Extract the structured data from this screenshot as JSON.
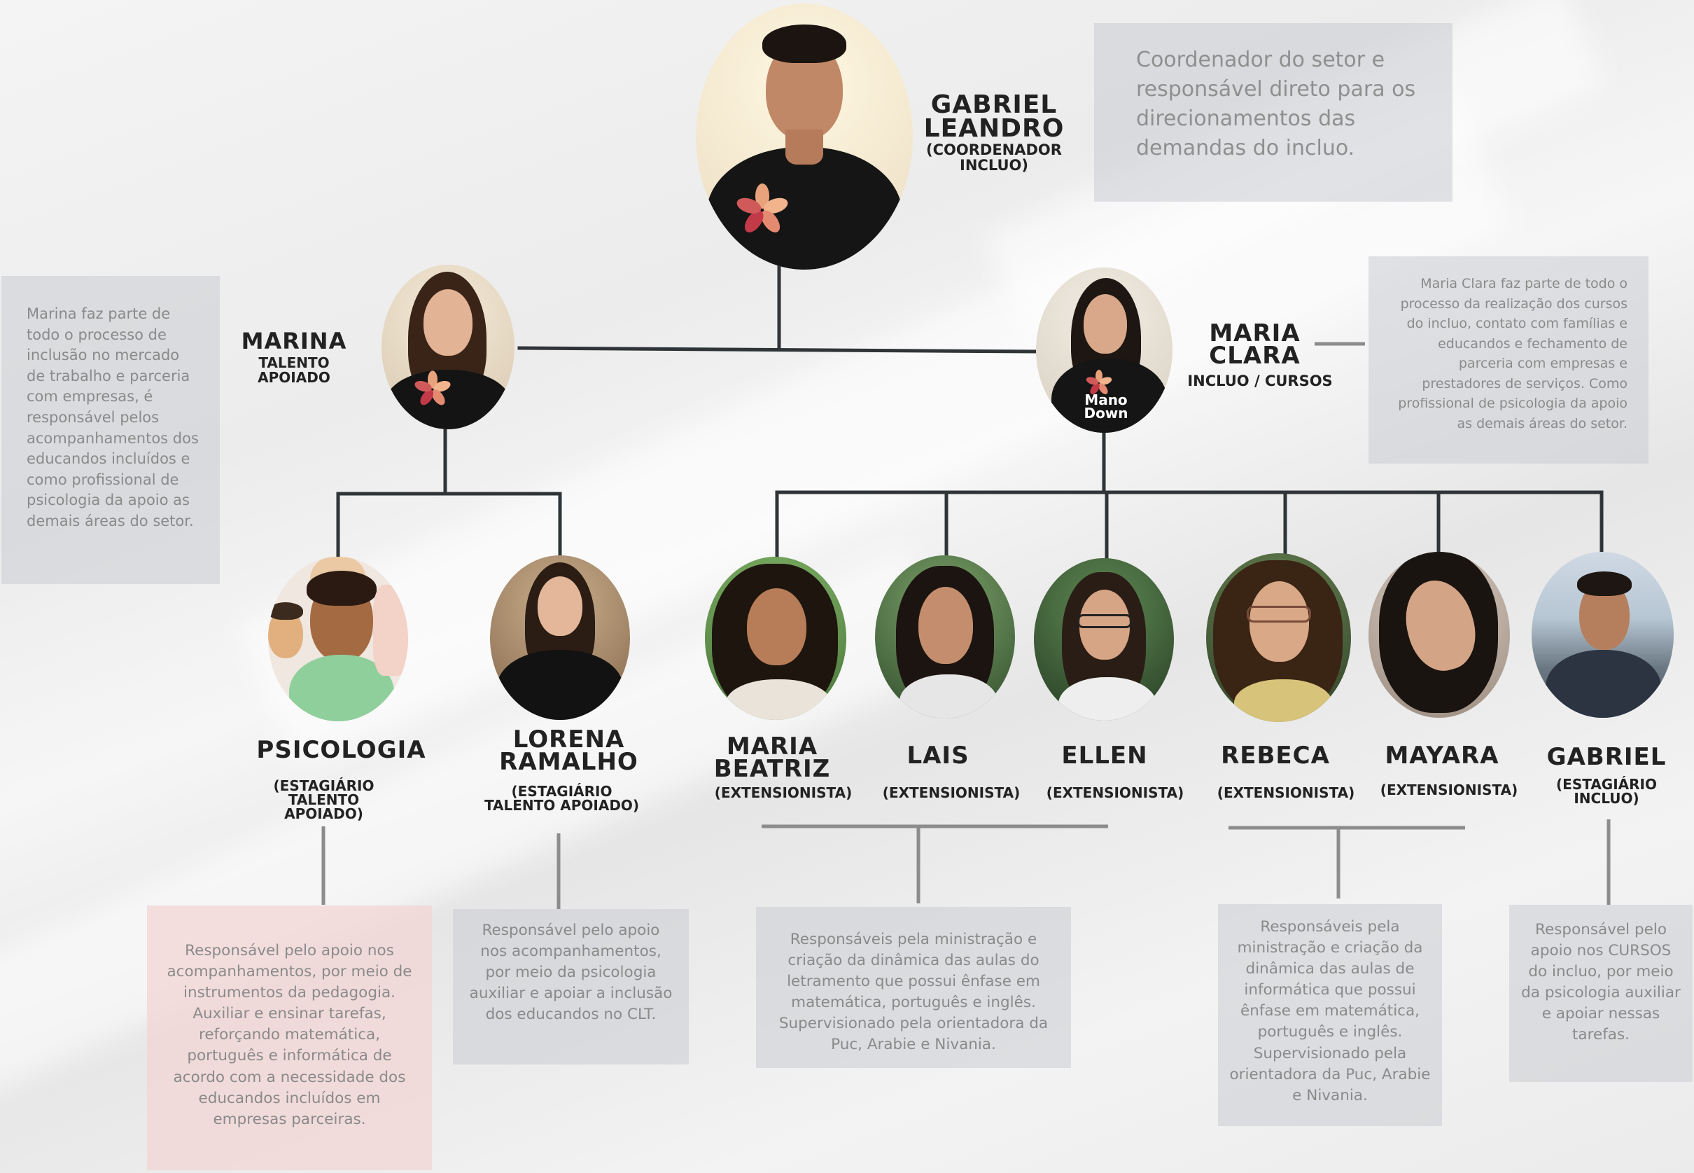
{
  "people": {
    "gabriel_leandro": {
      "name": "GABRIEL\nLEANDRO",
      "role": "(COORDENADOR\nINCLUO)"
    },
    "marina": {
      "name": "MARINA",
      "role": "TALENTO\nAPOIADO"
    },
    "maria_clara": {
      "name": "MARIA\nCLARA",
      "role": "INCLUO / CURSOS"
    },
    "psicologia": {
      "name": "PSICOLOGIA",
      "role": "(ESTAGIÁRIO\nTALENTO\nAPOIADO)"
    },
    "lorena": {
      "name": "LORENA\nRAMALHO",
      "role": "(ESTAGIÁRIO\nTALENTO APOIADO)"
    },
    "maria_beatriz": {
      "name": "MARIA\nBEATRIZ",
      "role": "(EXTENSIONISTA)"
    },
    "lais": {
      "name": "LAIS",
      "role": "(EXTENSIONISTA)"
    },
    "ellen": {
      "name": "ELLEN",
      "role": "(EXTENSIONISTA)"
    },
    "rebeca": {
      "name": "REBECA",
      "role": "(EXTENSIONISTA)"
    },
    "mayara": {
      "name": "MAYARA",
      "role": "(EXTENSIONISTA)"
    },
    "gabriel": {
      "name": "GABRIEL",
      "role": "(ESTAGIÁRIO\nINCLUO)"
    }
  },
  "descriptions": {
    "coordinator": "Coordenador do setor e responsável direto para os direcionamentos das demandas do incluo.",
    "marina": "Marina faz parte de todo o processo de inclusão no mercado de trabalho e parceria com empresas, é responsável pelos acompanhamentos dos educandos incluídos e como profissional de psicologia da apoio as demais áreas do setor.",
    "maria_clara": "Maria Clara faz parte de todo o processo da realização dos cursos do incluo, contato com famílias e educandos e fechamento de parceria com empresas e prestadores de serviços.  Como profissional de psicologia da apoio as demais áreas do setor.",
    "psicologia": "Responsável pelo apoio nos acompanhamentos, por meio de instrumentos da pedagogia. Auxiliar e ensinar tarefas, reforçando matemática, português e informática de acordo com a necessidade dos educandos incluídos em empresas parceiras.",
    "lorena": "Responsável pelo apoio nos acompanhamentos, por meio da psicologia auxiliar e apoiar a inclusão dos educandos no CLT.",
    "letramento": "Responsáveis pela ministração e criação da dinâmica das aulas do letramento que possui ênfase em matemática, português e inglês. Supervisionado pela orientadora da Puc, Arabie e Nivania.",
    "informatica": "Responsáveis pela ministração e criação da dinâmica das aulas de informática que possui ênfase em matemática, português e inglês. Supervisionado pela orientadora da Puc, Arabie e Nivania.",
    "gabriel": "Responsável pelo apoio nos CURSOS do incluo, por meio da psicologia auxiliar e apoiar nessas tarefas."
  },
  "logo_text": {
    "brand": "Mano\nDown"
  },
  "colors": {
    "line": "#2f3437",
    "connector_gray": "#8c8c8c",
    "box_gray": "#c8ccd2",
    "box_pink": "#f2d6d4",
    "text_dark": "#222222",
    "text_gray": "#8a8a8a"
  }
}
